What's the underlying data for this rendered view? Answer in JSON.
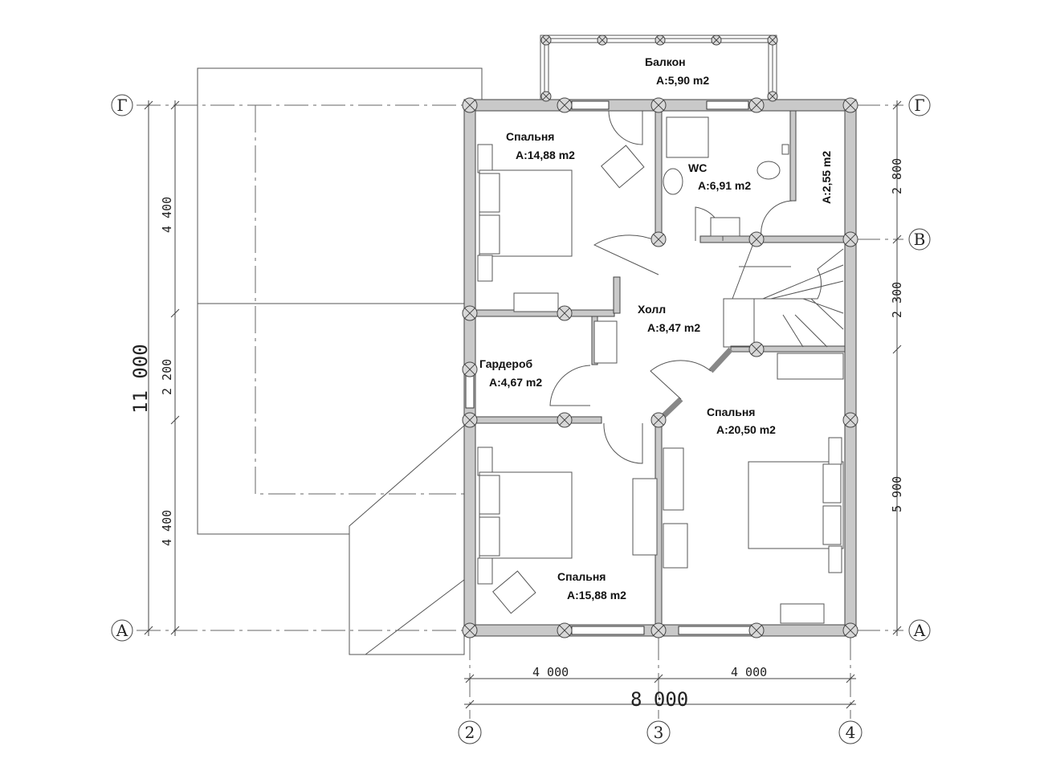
{
  "rooms": [
    {
      "name": "Балкон",
      "area": "A:5,90 m2"
    },
    {
      "name": "Спальня",
      "area": "A:14,88 m2"
    },
    {
      "name": "WC",
      "area": "A:6,91 m2"
    },
    {
      "name": "",
      "area": "A:2,55 m2"
    },
    {
      "name": "Холл",
      "area": "A:8,47 m2"
    },
    {
      "name": "Гардероб",
      "area": "A:4,67 m2"
    },
    {
      "name": "Спальня",
      "area": "A:20,50 m2"
    },
    {
      "name": "Спальня",
      "area": "A:15,88 m2"
    }
  ],
  "axes": {
    "row_g": "Г",
    "row_v": "В",
    "row_a": "А",
    "col_2": "2",
    "col_3": "3",
    "col_4": "4"
  },
  "dimensions": {
    "left": [
      "4 400",
      "2 200",
      "4 400"
    ],
    "left_total": "11 000",
    "right": [
      "2 800",
      "2 300",
      "5 900"
    ],
    "bottom": [
      "4 000",
      "4 000"
    ],
    "bottom_total": "8 000"
  }
}
